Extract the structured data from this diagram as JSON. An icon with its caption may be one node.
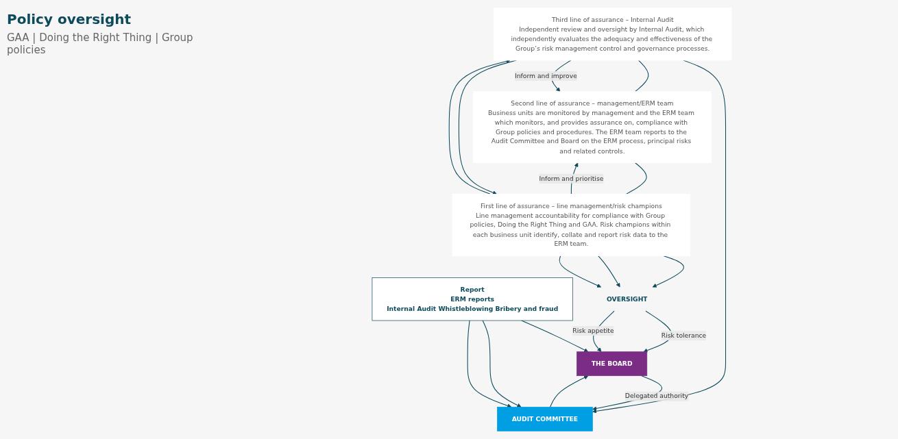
{
  "diagram": {
    "title": "Policy oversight",
    "nodes": [
      {
        "text": [
          "THE BOARD"
        ]
      },
      {
        "text": [
          "AUDIT COMMITTEE"
        ]
      },
      {
        "text": [
          "Report",
          "ERM reports",
          "Internal Audit Whistleblowing Bribery and fraud"
        ]
      },
      {
        "text": [
          "Third line of assurance – Internal Audit",
          "Independent review and oversight by Internal Audit, which independently evaluates the adequacy and effectiveness of the Group’s risk management control and governance processes."
        ]
      },
      {
        "text": [
          "Second line of assurance – management/ERM team",
          "Business units are monitored by management and the ERM team which monitors, and provides assurance on, compliance with Group policies and procedures. The ERM team reports to the Audit Committee and Board on the ERM process, principal risks and related controls."
        ]
      },
      {
        "text": [
          "First line of assurance – line management/risk champions",
          "Line management accountability for compliance with Group policies, Doing the Right Thing and GAA. Risk champions within each business unit identify, collate and report risk data to the ERM team."
        ]
      },
      {
        "text": [
          "OVERSIGHT"
        ]
      }
    ],
    "edges": [
      {
        "from": 0,
        "to": 1,
        "arrow": "to",
        "label": "Delegated authority"
      },
      {
        "from": 1,
        "to": 0,
        "arrow": "to"
      },
      {
        "from": 2,
        "to": 0,
        "arrow": "to"
      },
      {
        "from": 2,
        "to": 1,
        "arrow": "to"
      },
      {
        "from": 2,
        "to": 1,
        "arrow": "to"
      },
      {
        "from": 3,
        "to": 1,
        "arrow": "to"
      },
      {
        "from": 3,
        "to": 4,
        "arrow": "none"
      },
      {
        "from": 4,
        "to": 5,
        "arrow": "none"
      },
      {
        "from": 3,
        "to": 4,
        "arrow": "to",
        "label": "Inform and improve"
      },
      {
        "from": 3,
        "to": 5,
        "arrow": "to"
      },
      {
        "from": 5,
        "to": 3,
        "arrow": "to"
      },
      {
        "from": 5,
        "to": 4,
        "arrow": "to",
        "label": "Inform and prioritise"
      },
      {
        "from": 5,
        "to": 6,
        "arrow": "to"
      },
      {
        "from": 5,
        "to": 6,
        "arrow": "to"
      },
      {
        "from": 5,
        "to": 6,
        "arrow": "to"
      },
      {
        "from": 6,
        "to": 0,
        "arrow": "to",
        "label": "Risk tolerance"
      },
      {
        "from": 6,
        "to": 0,
        "arrow": "to",
        "label": "Risk appetite"
      }
    ],
    "labels": [
      "GAA | Doing the Right Thing | Group policies"
    ]
  }
}
